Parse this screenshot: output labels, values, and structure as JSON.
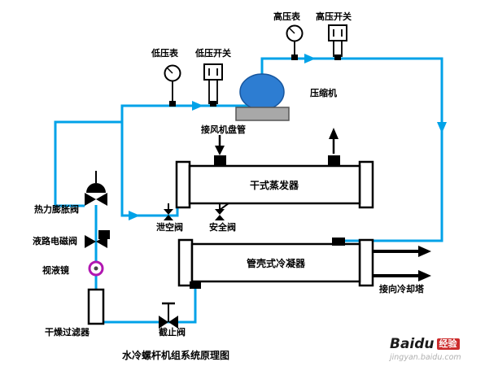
{
  "diagram": {
    "title": "水冷螺杆机组系统原理图",
    "labels": {
      "hp_gauge": "高压表",
      "hp_switch": "高压开关",
      "lp_gauge": "低压表",
      "lp_switch": "低压开关",
      "compressor": "压缩机",
      "fan_coil_connection": "接风机盘管",
      "evaporator": "干式蒸发器",
      "vent_valve": "泄空阀",
      "safety_valve": "安全阀",
      "expansion_valve": "热力膨胀阀",
      "solenoid_valve": "液路电磁阀",
      "sight_glass": "视液镜",
      "condenser": "管壳式冷凝器",
      "cooling_tower_connection": "接向冷却塔",
      "drier_filter": "干燥过滤器",
      "stop_valve": "截止阀"
    },
    "colors": {
      "pipe": "#00a2e8",
      "compressor_fill": "#2d7dd2",
      "compressor_base": "#a8a8a8",
      "sight_glass_ring": "#b117b1",
      "vessel_outline": "#000000"
    }
  },
  "watermark": {
    "brand": "Baidu",
    "badge": "经验",
    "url": "jingyan.baidu.com"
  }
}
